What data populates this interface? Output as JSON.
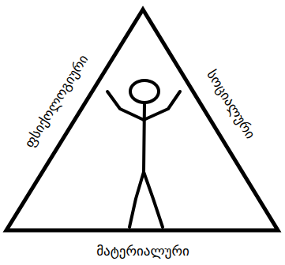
{
  "diagram": {
    "labels": [
      "ფსიქოლოგიური",
      "სოციალური",
      "მატერიალური"
    ]
  }
}
